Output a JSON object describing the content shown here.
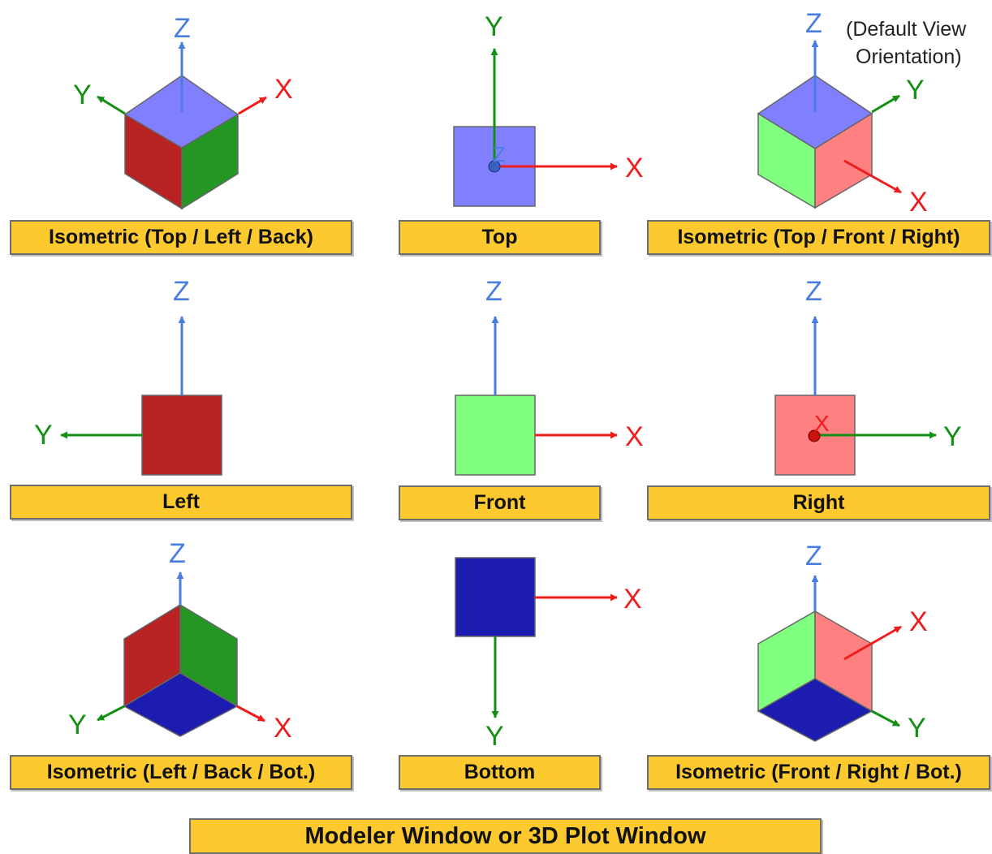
{
  "views": [
    {
      "id": "iso-top-left-back",
      "label": "Isometric (Top / Left / Back)"
    },
    {
      "id": "top",
      "label": "Top"
    },
    {
      "id": "iso-top-front-right",
      "label": "Isometric (Top / Front / Right)"
    },
    {
      "id": "left",
      "label": "Left"
    },
    {
      "id": "front",
      "label": "Front"
    },
    {
      "id": "right",
      "label": "Right"
    },
    {
      "id": "iso-left-back-bot",
      "label": "Isometric (Left / Back / Bot.)"
    },
    {
      "id": "bottom",
      "label": "Bottom"
    },
    {
      "id": "iso-front-right-bot",
      "label": "Isometric (Front / Right / Bot.)"
    }
  ],
  "axis_letters": {
    "x": "X",
    "y": "Y",
    "z": "Z"
  },
  "default_note": {
    "line1": "(Default View",
    "line2": "Orientation)"
  },
  "footer": "Modeler Window or 3D Plot Window",
  "colors": {
    "x_axis": "#ee1c1c",
    "y_axis": "#139013",
    "z_axis": "#4a7de0",
    "face_top": "#8080ff",
    "face_bottom": "#1c1cb0",
    "face_left": "#b82222",
    "face_back": "#249624",
    "face_front": "#80ff80",
    "face_right": "#ff8080",
    "label_fill": "#fcc92e"
  }
}
